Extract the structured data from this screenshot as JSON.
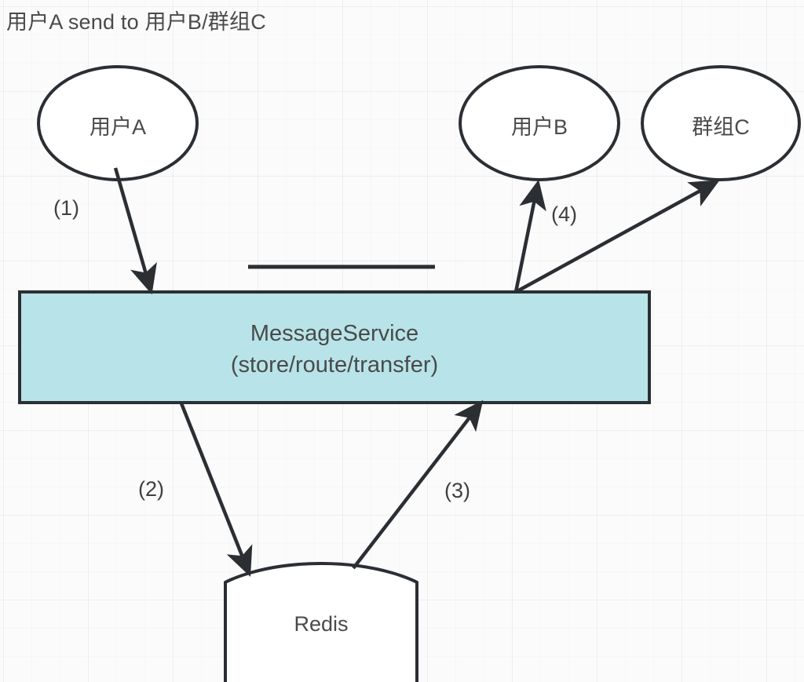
{
  "diagram": {
    "title": "用户A send to 用户B/群组C",
    "colors": {
      "service_fill": "#b8e4e9",
      "stroke": "#2b2f33",
      "text": "#4a4a4a",
      "background": "#fbfbfb"
    },
    "nodes": {
      "user_a": {
        "label": "用户A",
        "shape": "ellipse"
      },
      "user_b": {
        "label": "用户B",
        "shape": "ellipse"
      },
      "group_c": {
        "label": "群组C",
        "shape": "ellipse"
      },
      "message_service": {
        "line1": "MessageService",
        "line2": "(store/route/transfer)",
        "shape": "rectangle"
      },
      "redis": {
        "label": "Redis",
        "shape": "cylinder"
      }
    },
    "edges": [
      {
        "id": "e1",
        "label": "(1)",
        "from": "user_a",
        "to": "message_service"
      },
      {
        "id": "e2",
        "label": "(2)",
        "from": "message_service",
        "to": "redis"
      },
      {
        "id": "e3",
        "label": "(3)",
        "from": "redis",
        "to": "message_service"
      },
      {
        "id": "e4",
        "label": "(4)",
        "from": "message_service",
        "to": "user_b"
      },
      {
        "id": "e5",
        "label": "",
        "from": "message_service",
        "to": "group_c"
      }
    ]
  }
}
